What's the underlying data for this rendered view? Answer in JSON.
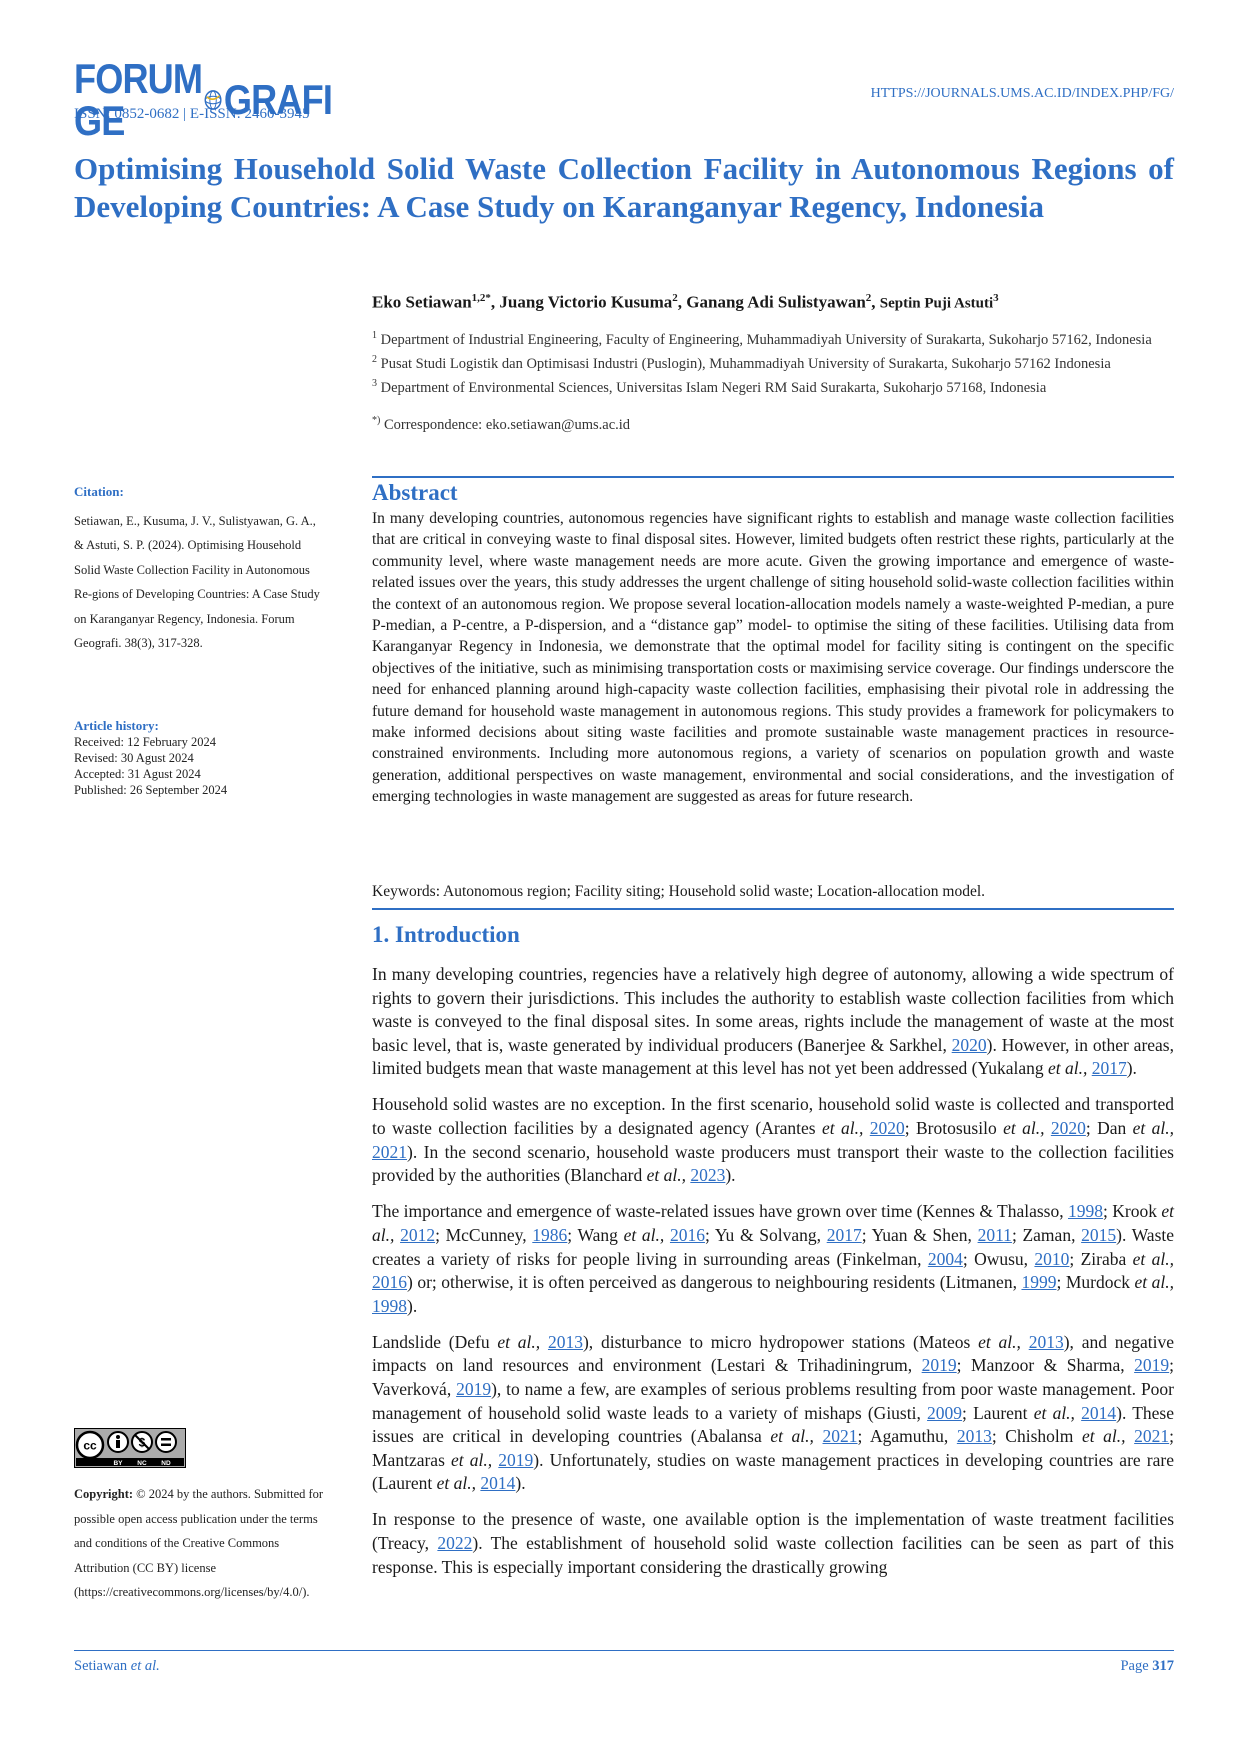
{
  "header": {
    "logo_left": "FORUM GE",
    "logo_right": "GRAFI",
    "issn": "ISSN: 0852-0682 | E-ISSN: 2460-3945",
    "url": "HTTPS://JOURNALS.UMS.AC.ID/INDEX.PHP/FG/"
  },
  "article": {
    "title": "Optimising Household Solid Waste Collection Facility in Autonomous Regions of Developing Countries: A Case Study on Karanganyar Regency, Indonesia",
    "authors": [
      {
        "name": "Eko Setiawan",
        "sup": "1,2*"
      },
      {
        "name": "Juang Victorio Kusuma",
        "sup": "2"
      },
      {
        "name": "Ganang Adi Sulistyawan",
        "sup": "2"
      },
      {
        "name": "Septin Puji Astuti",
        "sup": "3"
      }
    ],
    "affiliations": [
      {
        "sup": "1",
        "text": "Department of Industrial Engineering, Faculty of Engineering, Muhammadiyah University of Surakarta, Sukoharjo 57162, Indonesia"
      },
      {
        "sup": "2",
        "text": "Pusat Studi Logistik dan Optimisasi Industri (Puslogin), Muhammadiyah University of Surakarta, Sukoharjo 57162 Indonesia"
      },
      {
        "sup": "3",
        "text": "Department of Environmental Sciences, Universitas Islam Negeri RM Said Surakarta, Sukoharjo 57168, Indonesia"
      }
    ],
    "correspondence_sup": "*)",
    "correspondence": "Correspondence: eko.setiawan@ums.ac.id"
  },
  "sidebar": {
    "citation_head": "Citation:",
    "citation": "Setiawan, E., Kusuma, J. V., Sulistyawan, G. A., & Astuti, S. P. (2024). Optimising Household Solid Waste Collection Facility in Autonomous Re-gions of Developing Countries: A Case Study on Karanganyar Regency, Indonesia. Forum Geografi. 38(3), 317-328.",
    "history_head": "Article history:",
    "received": "Received: 12 February 2024",
    "revised": "Revised: 30 Agust 2024",
    "accepted": "Accepted: 31 Agust 2024",
    "published": "Published: 26 September 2024",
    "cc_labels": [
      "cc",
      "BY",
      "NC",
      "ND"
    ],
    "copyright_label": "Copyright:",
    "copyright": "© 2024 by the authors. Submitted for possible open access publication under the terms and conditions of the Creative Commons Attribution (CC BY) license (https://creativecommons.org/licenses/by/4.0/)."
  },
  "abstract": {
    "heading": "Abstract",
    "text": "In many developing countries, autonomous regencies have significant rights to establish and manage waste collection facilities that are critical in conveying waste to final disposal sites. However, limited budgets often restrict these rights, particularly at the community level, where waste management needs are more acute. Given the growing importance and emergence of waste-related issues over the years, this study addresses the urgent challenge of siting household solid-waste collection facilities within the context of an autonomous region. We propose several location-allocation models namely a waste-weighted P-median, a pure P-median, a P-centre, a P-dispersion, and a “distance gap” model- to optimise the siting of these facilities. Utilising data from Karanganyar Regency in Indonesia, we demonstrate that the optimal model for facility siting is contingent on the specific objectives of the initiative, such as minimising transportation costs or maximising service coverage. Our findings underscore the need for enhanced planning around high-capacity waste collection facilities, emphasising their pivotal role in addressing the future demand for household waste management in autonomous regions. This study provides a framework for policymakers to make informed decisions about siting waste facilities and promote sustainable waste management practices in resource-constrained environments. Including more autonomous regions, a variety of scenarios on population growth and waste generation, additional perspectives on waste management, environmental and social considerations, and the investigation of emerging technologies in waste management are suggested as areas for future research.",
    "keywords": "Keywords: Autonomous region; Facility siting; Household solid waste; Location-allocation model."
  },
  "introduction": {
    "heading": "1. Introduction",
    "p1": {
      "a": "In many developing countries, regencies have a relatively high degree of autonomy, allowing a wide spectrum of rights to govern their jurisdictions. This includes the authority to establish waste collection facilities from which waste is conveyed to the final disposal sites. In some areas, rights include the management of waste at the most basic level, that is, waste generated by individual producers (Banerjee & Sarkhel, ",
      "y1": "2020",
      "b": "). However, in other areas, limited budgets mean that waste management at this level has not yet been addressed (Yukalang ",
      "et": "et al.,",
      "c": " ",
      "y2": "2017",
      "d": ")."
    },
    "p2": {
      "a": "Household solid wastes are no exception. In the first scenario, household solid waste is collected and transported to waste collection facilities by a designated agency (Arantes ",
      "e1": "et al.,",
      "y1": "2020",
      "b": "; Brotosusilo ",
      "e2": "et al.,",
      "y2": "2020",
      "c": "; Dan ",
      "e3": "et al.,",
      "y3": "2021",
      "d": "). In the second scenario, household waste producers must transport their waste to the collection facilities provided by the authorities (Blanchard ",
      "e4": "et al.,",
      "y4": "2023",
      "e": ")."
    },
    "p3": {
      "a": "The importance and emergence of waste-related issues have grown over time (Kennes & Thalasso, ",
      "y1": "1998",
      "b": "; Krook ",
      "e1": "et al.,",
      "y2": "2012",
      "c": "; McCunney, ",
      "y3": "1986",
      "d": "; Wang ",
      "e2": "et al.,",
      "y4": "2016",
      "e": "; Yu & Solvang, ",
      "y5": "2017",
      "f": "; Yuan & Shen, ",
      "y6": "2011",
      "g": "; Zaman, ",
      "y7": "2015",
      "h": "). Waste creates a variety of risks for people living in surrounding areas (Finkelman, ",
      "y8": "2004",
      "i": "; Owusu, ",
      "y9": "2010",
      "j": "; Ziraba ",
      "e3": "et al.,",
      "y10": "2016",
      "k": ") or; otherwise, it is often perceived as dangerous to neighbouring residents (Litmanen, ",
      "y11": "1999",
      "l": "; Murdock ",
      "e4": "et al.,",
      "y12": "1998",
      "m": ")."
    },
    "p4": {
      "a": "Landslide (Defu ",
      "e1": "et al.,",
      "y1": "2013",
      "b": "), disturbance to micro hydropower stations (Mateos ",
      "e2": "et al.,",
      "y2": "2013",
      "c": "), and negative impacts on land resources and environment (Lestari & Trihadiningrum, ",
      "y3": "2019",
      "d": "; Manzoor & Sharma, ",
      "y4": "2019",
      "e": "; Vaverková, ",
      "y5": "2019",
      "f": "), to name a few, are examples of serious problems resulting from poor waste management. Poor management of household solid waste leads to a variety of mishaps (Giusti, ",
      "y6": "2009",
      "g": "; Laurent ",
      "e3": "et al.,",
      "y7": "2014",
      "h": "). These issues are critical in developing countries (Abalansa ",
      "e4": "et al.,",
      "y8": "2021",
      "i": "; Agamuthu, ",
      "y9": "2013",
      "j": "; Chisholm ",
      "e5": "et al.,",
      "y10": "2021",
      "k": "; Mantzaras ",
      "e6": "et al.,",
      "y11": "2019",
      "l": "). Unfortunately, studies on waste management practices in developing countries are rare (Laurent ",
      "e7": "et al.,",
      "y12": "2014",
      "m": ")."
    },
    "p5": {
      "a": "In response to the presence of waste, one available option is the implementation of waste treatment facilities (Treacy, ",
      "y1": "2022",
      "b": "). The establishment of household solid waste collection facilities can be seen as part of this response. This is especially important considering the drastically growing"
    }
  },
  "footer": {
    "left_name": "Setiawan",
    "left_etal": "et al.",
    "page_label": "Page",
    "page_number": "317"
  },
  "colors": {
    "accent": "#2f6fc4",
    "text": "#1a1a1a"
  }
}
